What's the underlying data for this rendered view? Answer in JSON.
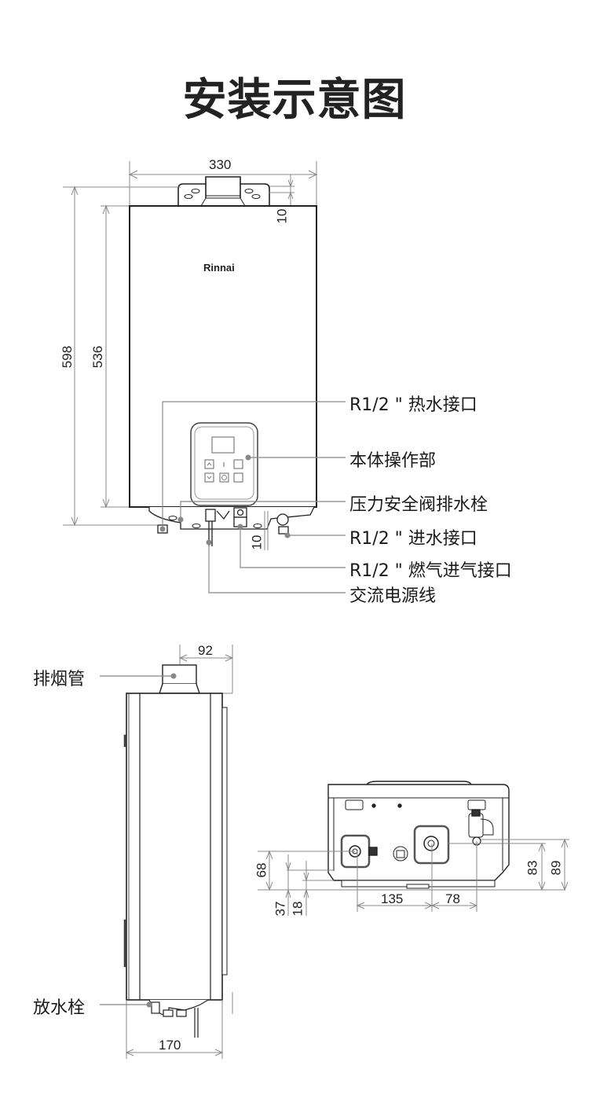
{
  "title": "安装示意图",
  "front_view": {
    "brand": "Rinnai",
    "dimensions": {
      "width": "330",
      "total_height": "598",
      "body_height": "536",
      "top_bracket_offset": "10",
      "bottom_offset": "10"
    },
    "callouts": [
      {
        "id": "hot-water-outlet",
        "label": "R1/2 \" 热水接口"
      },
      {
        "id": "control-panel",
        "label": "本体操作部"
      },
      {
        "id": "pressure-relief-drain",
        "label": "压力安全阀排水栓"
      },
      {
        "id": "cold-water-inlet",
        "label": "R1/2 \" 进水接口"
      },
      {
        "id": "gas-inlet",
        "label": "R1/2 \" 燃气进气接口"
      },
      {
        "id": "power-cord",
        "label": "交流电源线"
      }
    ]
  },
  "side_view": {
    "dimensions": {
      "flue_offset": "92",
      "depth": "170"
    },
    "callouts": [
      {
        "id": "flue-pipe",
        "label": "排烟管"
      },
      {
        "id": "drain-plug",
        "label": "放水栓"
      }
    ]
  },
  "bottom_view": {
    "dimensions": {
      "d68": "68",
      "d37": "37",
      "d18": "18",
      "d135": "135",
      "d78": "78",
      "d83": "83",
      "d89": "89"
    }
  }
}
